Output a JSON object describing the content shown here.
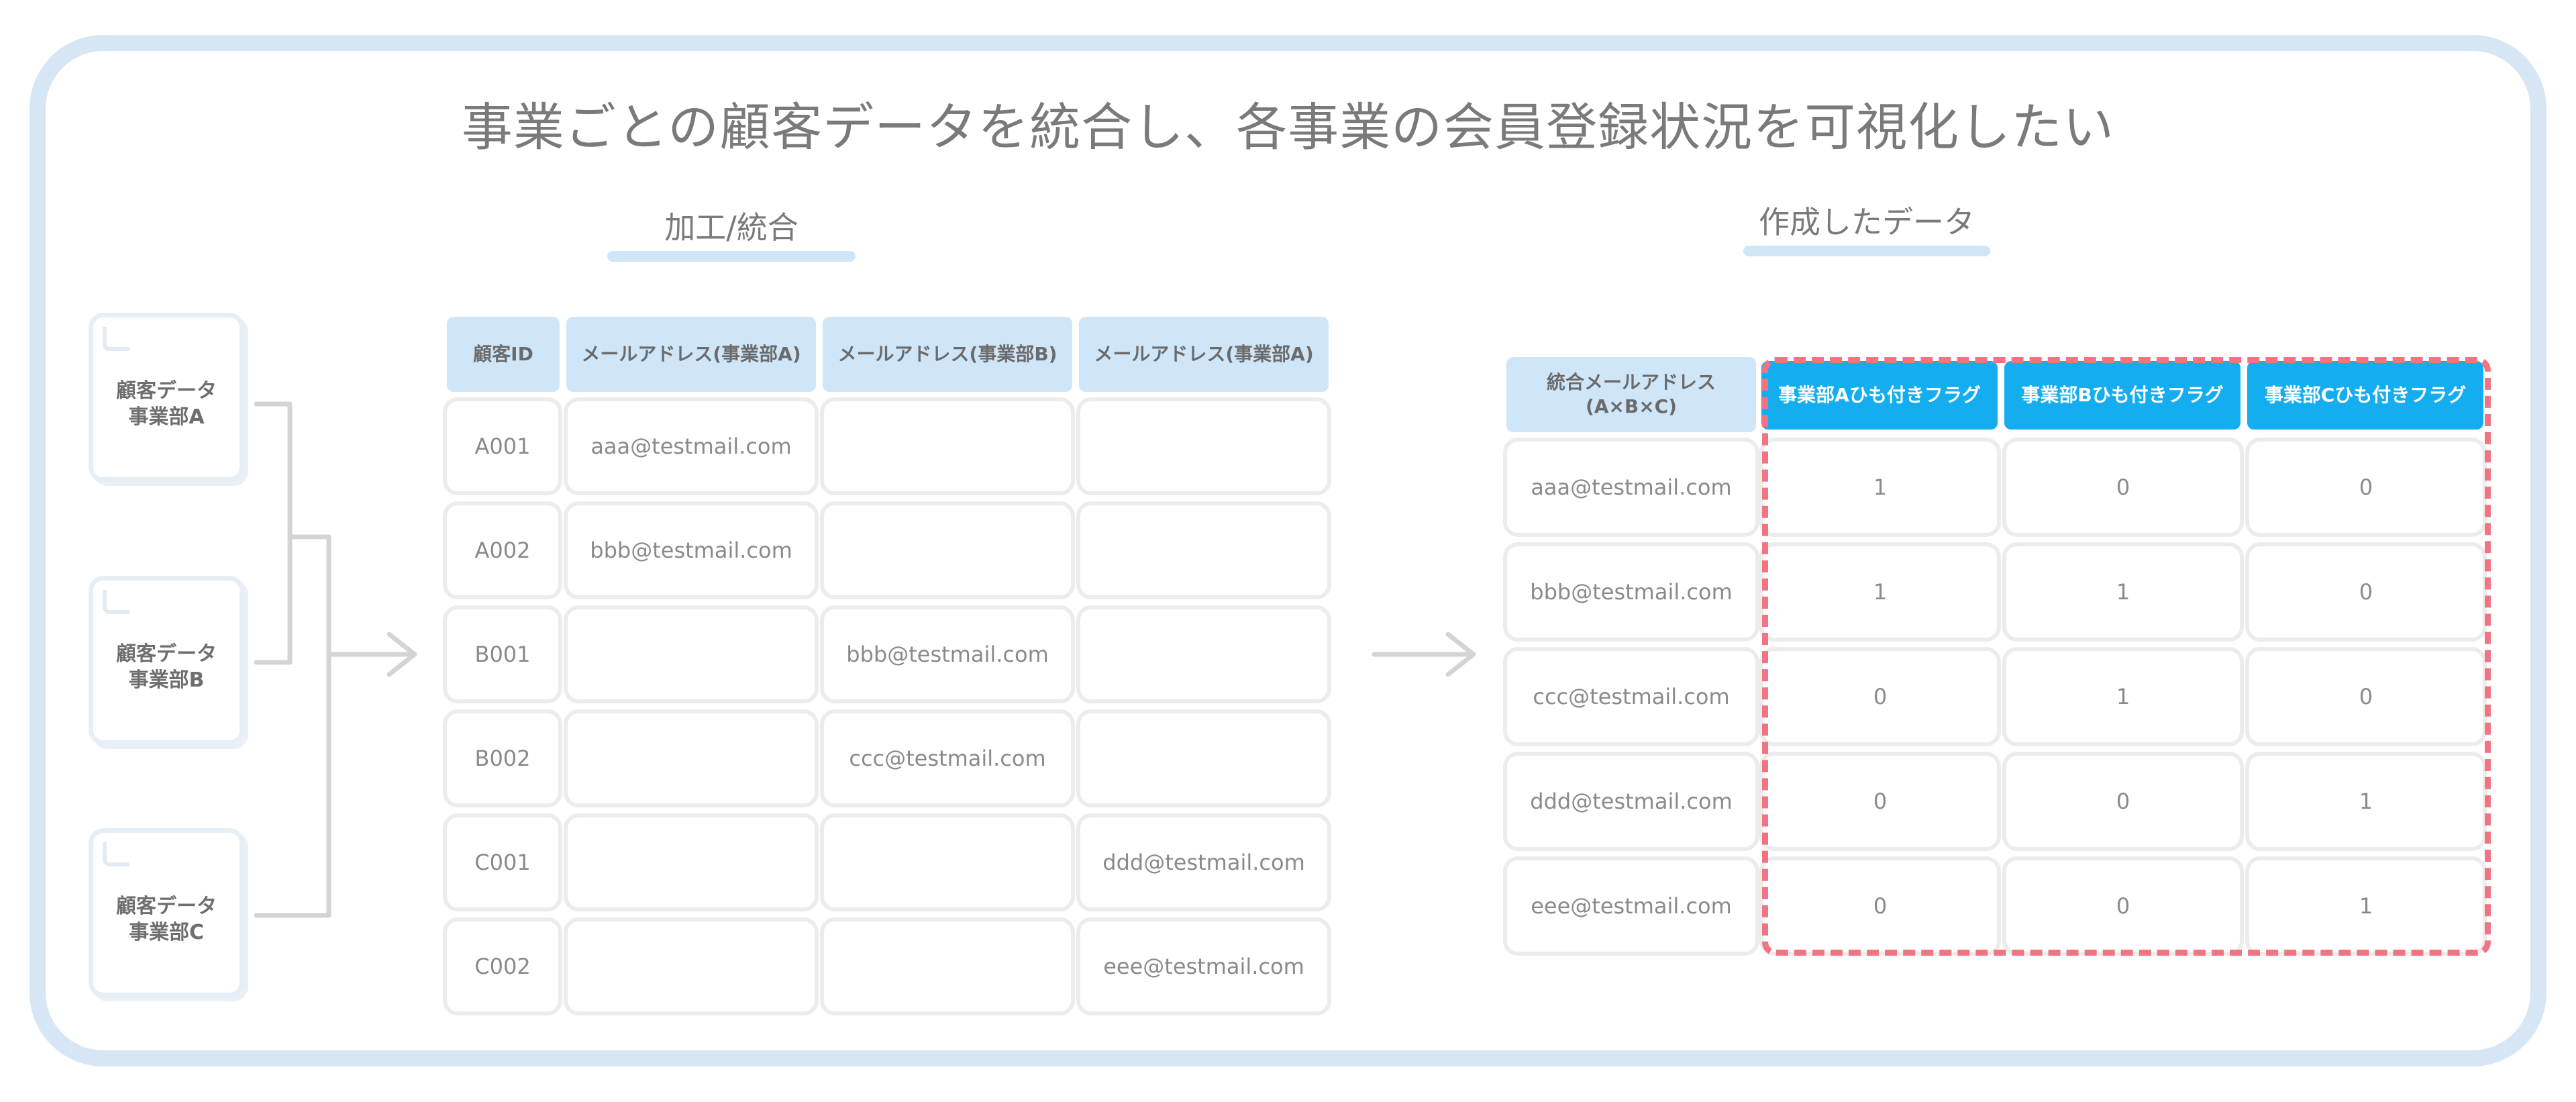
{
  "title": "事業ごとの顧客データを統合し、各事業の会員登録状況を可視化したい",
  "sections": {
    "process_label": "加工/統合",
    "output_label": "作成したデータ"
  },
  "documents": [
    {
      "line1": "顧客データ",
      "line2": "事業部A"
    },
    {
      "line1": "顧客データ",
      "line2": "事業部B"
    },
    {
      "line1": "顧客データ",
      "line2": "事業部C"
    }
  ],
  "merge_table": {
    "headers": [
      "顧客ID",
      "メールアドレス(事業部A)",
      "メールアドレス(事業部B)",
      "メールアドレス(事業部A)"
    ],
    "rows": [
      [
        "A001",
        "aaa@testmail.com",
        "",
        ""
      ],
      [
        "A002",
        "bbb@testmail.com",
        "",
        ""
      ],
      [
        "B001",
        "",
        "bbb@testmail.com",
        ""
      ],
      [
        "B002",
        "",
        "ccc@testmail.com",
        ""
      ],
      [
        "C001",
        "",
        "",
        "ddd@testmail.com"
      ],
      [
        "C002",
        "",
        "",
        "eee@testmail.com"
      ]
    ]
  },
  "result_table": {
    "headers": [
      "統合メールアドレス\n(A×B×C)",
      "事業部Aひも付きフラグ",
      "事業部Bひも付きフラグ",
      "事業部Cひも付きフラグ"
    ],
    "rows": [
      [
        "aaa@testmail.com",
        "1",
        "0",
        "0"
      ],
      [
        "bbb@testmail.com",
        "1",
        "1",
        "0"
      ],
      [
        "ccc@testmail.com",
        "0",
        "1",
        "0"
      ],
      [
        "ddd@testmail.com",
        "0",
        "0",
        "1"
      ],
      [
        "eee@testmail.com",
        "0",
        "0",
        "1"
      ]
    ]
  },
  "colors": {
    "frame": "#d6e6f4",
    "header_light": "#cfe6f8",
    "header_blue": "#14aef0",
    "dashed_highlight": "#f27382",
    "connector": "#d4d4d4"
  }
}
